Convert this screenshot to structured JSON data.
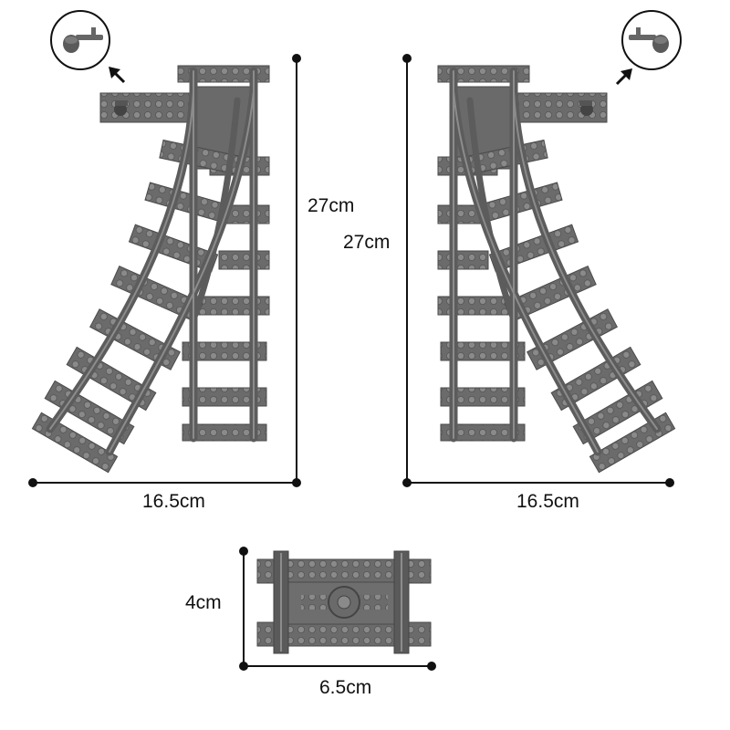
{
  "switch_left": {
    "height_label": "27cm",
    "width_label": "16.5cm",
    "lever_icon": "switch-lever-icon",
    "arrow_icon": "arrow-up-left-icon"
  },
  "switch_right": {
    "height_label": "27cm",
    "width_label": "16.5cm",
    "lever_icon": "switch-lever-icon",
    "arrow_icon": "arrow-up-right-icon"
  },
  "straight_piece": {
    "height_label": "4cm",
    "width_label": "6.5cm"
  },
  "colors": {
    "track_dark": "#5a5a5a",
    "track_mid": "#6e6e6e",
    "track_light": "#8a8a8a",
    "stud": "#7c7c7c",
    "line": "#111111"
  }
}
